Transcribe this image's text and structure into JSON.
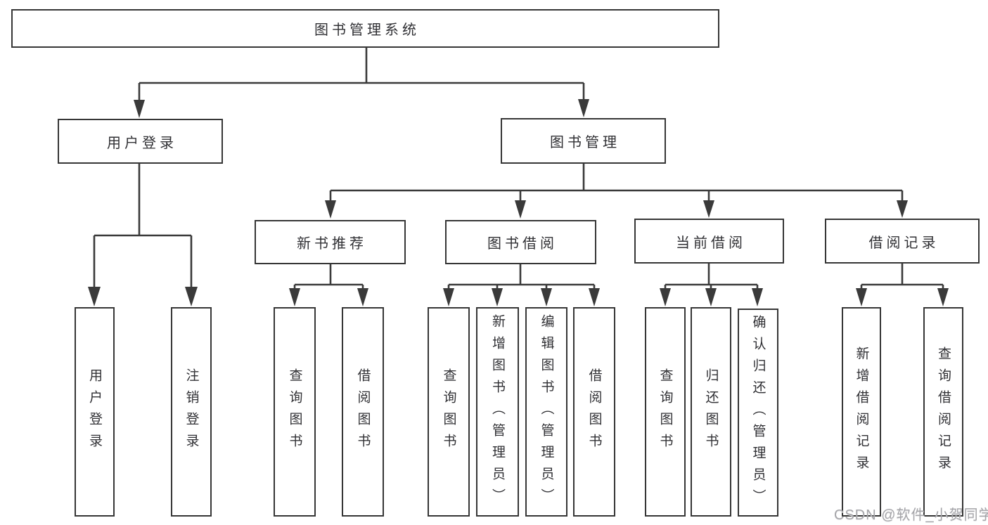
{
  "colors": {
    "line": "#3a3a3a",
    "box_border": "#363636",
    "text": "#303034",
    "watermark": "#a5a5a9",
    "background": "#ffffff"
  },
  "tree": {
    "label": "图书管理系统",
    "children": [
      {
        "label": "用户登录",
        "children": [
          {
            "label": "用户登录"
          },
          {
            "label": "注销登录"
          }
        ]
      },
      {
        "label": "图书管理",
        "children": [
          {
            "label": "新书推荐",
            "children": [
              {
                "label": "查询图书"
              },
              {
                "label": "借阅图书"
              }
            ]
          },
          {
            "label": "图书借阅",
            "children": [
              {
                "label": "查询图书"
              },
              {
                "label": "新增图书（管理员）"
              },
              {
                "label": "编辑图书（管理员）"
              },
              {
                "label": "借阅图书"
              }
            ]
          },
          {
            "label": "当前借阅",
            "children": [
              {
                "label": "查询图书"
              },
              {
                "label": "归还图书"
              },
              {
                "label": "确认归还（管理员）"
              }
            ]
          },
          {
            "label": "借阅记录",
            "children": [
              {
                "label": "新增借阅记录"
              },
              {
                "label": "查询借阅记录"
              }
            ]
          }
        ]
      }
    ]
  },
  "watermark": "CSDN @软件_小贺同学"
}
